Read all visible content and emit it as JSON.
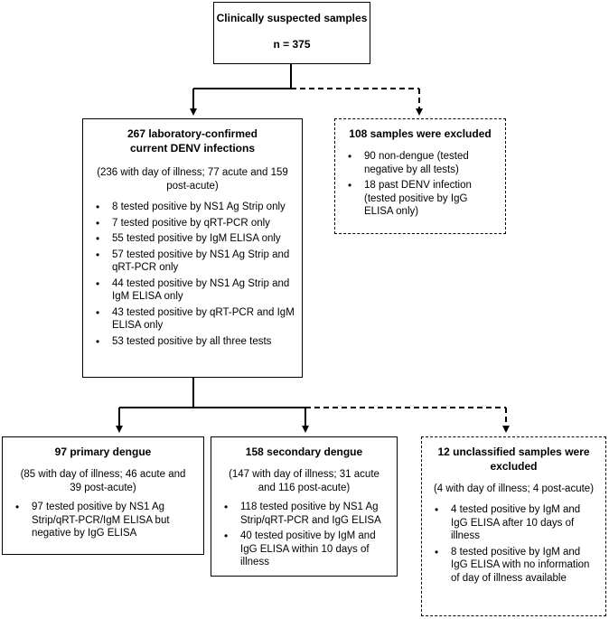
{
  "top": {
    "title": "Clinically suspected samples",
    "count": "n = 375"
  },
  "confirmed": {
    "title_line1": "267 laboratory-confirmed",
    "title_line2": "current DENV infections",
    "subtitle": "(236 with day of illness; 77 acute and 159 post-acute)",
    "items": [
      "8 tested positive by NS1 Ag Strip only",
      "7 tested positive by qRT-PCR only",
      "55 tested positive by IgM ELISA only",
      "57 tested positive by NS1 Ag Strip and qRT-PCR only",
      "44 tested positive by NS1 Ag Strip and IgM ELISA only",
      "43 tested positive by qRT-PCR and IgM ELISA only",
      "53 tested positive by all three tests"
    ]
  },
  "excluded": {
    "title": "108 samples were excluded",
    "items": [
      "90 non-dengue (tested negative by all tests)",
      "18 past DENV infection (tested positive by IgG ELISA only)"
    ]
  },
  "primary": {
    "title": "97 primary dengue",
    "subtitle": "(85 with day of illness; 46 acute and 39 post-acute)",
    "items": [
      "97 tested positive by NS1 Ag Strip/qRT-PCR/IgM ELISA but negative by IgG ELISA"
    ]
  },
  "secondary": {
    "title": "158 secondary dengue",
    "subtitle": "(147 with day of illness; 31 acute and 116 post-acute)",
    "items": [
      "118 tested positive by NS1 Ag Strip/qRT-PCR and IgG ELISA",
      "40 tested positive by IgM and IgG ELISA within 10 days of illness"
    ]
  },
  "unclassified": {
    "title": "12 unclassified samples were excluded",
    "subtitle": "(4 with day of illness; 4 post-acute)",
    "items": [
      "4 tested positive by IgM and IgG ELISA after 10 days of illness",
      "8 tested positive by IgM and IgG ELISA with no information of day of illness available"
    ]
  }
}
